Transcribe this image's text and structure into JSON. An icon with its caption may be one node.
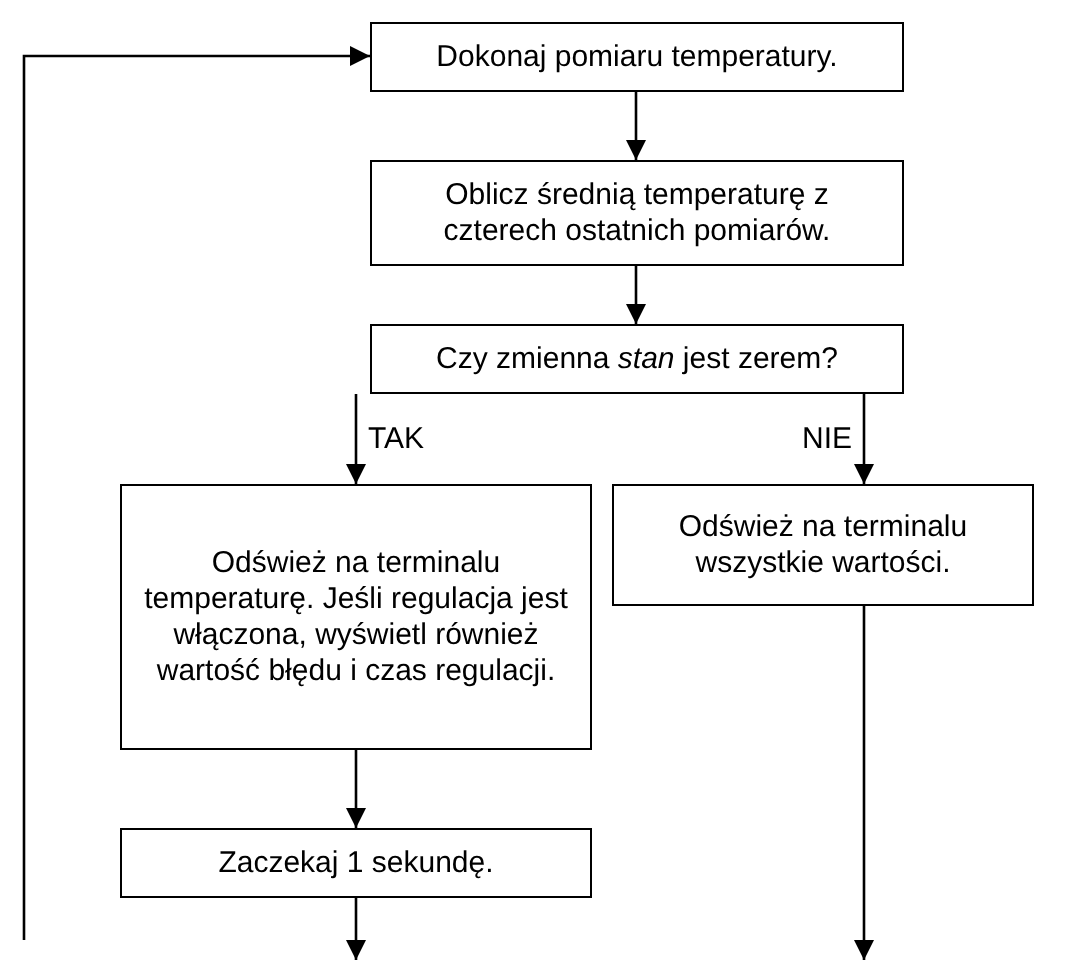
{
  "diagram": {
    "nodes": [
      {
        "text": [
          "Dokonaj pomiaru temperatury."
        ]
      },
      {
        "text": [
          "Oblicz średnią temperaturę z czterech ostatnich pomiarów."
        ]
      },
      {
        "text": [
          "Czy zmienna *stan* jest zerem?"
        ]
      },
      {
        "text": [
          "Odśwież na terminalu temperaturę. Jeśli regulacja jest włączona, wyświetl również wartość błędu i czas regulacji."
        ]
      },
      {
        "text": [
          "Odśwież na terminalu wszystkie wartości."
        ]
      },
      {
        "text": [
          "Zaczekaj 1 sekundę."
        ]
      }
    ],
    "edges": [
      {
        "from": 0,
        "to": 1,
        "arrow": "to"
      },
      {
        "from": 1,
        "to": 2,
        "arrow": "to"
      },
      {
        "from": 2,
        "to": 3,
        "label": "TAK",
        "arrow": "to"
      },
      {
        "from": 2,
        "to": 4,
        "label": "NIE",
        "arrow": "to"
      },
      {
        "from": 3,
        "to": 5,
        "arrow": "to"
      },
      {
        "from": 5,
        "to": null,
        "arrow": "to"
      },
      {
        "from": 4,
        "to": null,
        "arrow": "to"
      },
      {
        "from": null,
        "to": 0,
        "arrow": "to"
      }
    ]
  }
}
